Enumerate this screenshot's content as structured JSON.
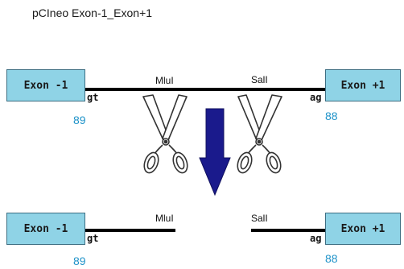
{
  "title": "pCIneo Exon-1_Exon+1",
  "before": {
    "exon_left": "Exon -1",
    "exon_right": "Exon +1",
    "site_left": "MluI",
    "site_right": "SalI",
    "junction_left": "gt",
    "junction_right": "ag",
    "num_left": "89",
    "num_right": "88"
  },
  "after": {
    "exon_left": "Exon -1",
    "exon_right": "Exon +1",
    "site_left": "MluI",
    "site_right": "SalI",
    "junction_left": "gt",
    "junction_right": "ag",
    "num_left": "89",
    "num_right": "88"
  },
  "icons": [
    "scissors-icon",
    "scissors-icon",
    "down-arrow-icon"
  ],
  "colors": {
    "exon_fill": "#8fd3e6",
    "arrow": "#1a1a8c",
    "number": "#1f93c9"
  }
}
